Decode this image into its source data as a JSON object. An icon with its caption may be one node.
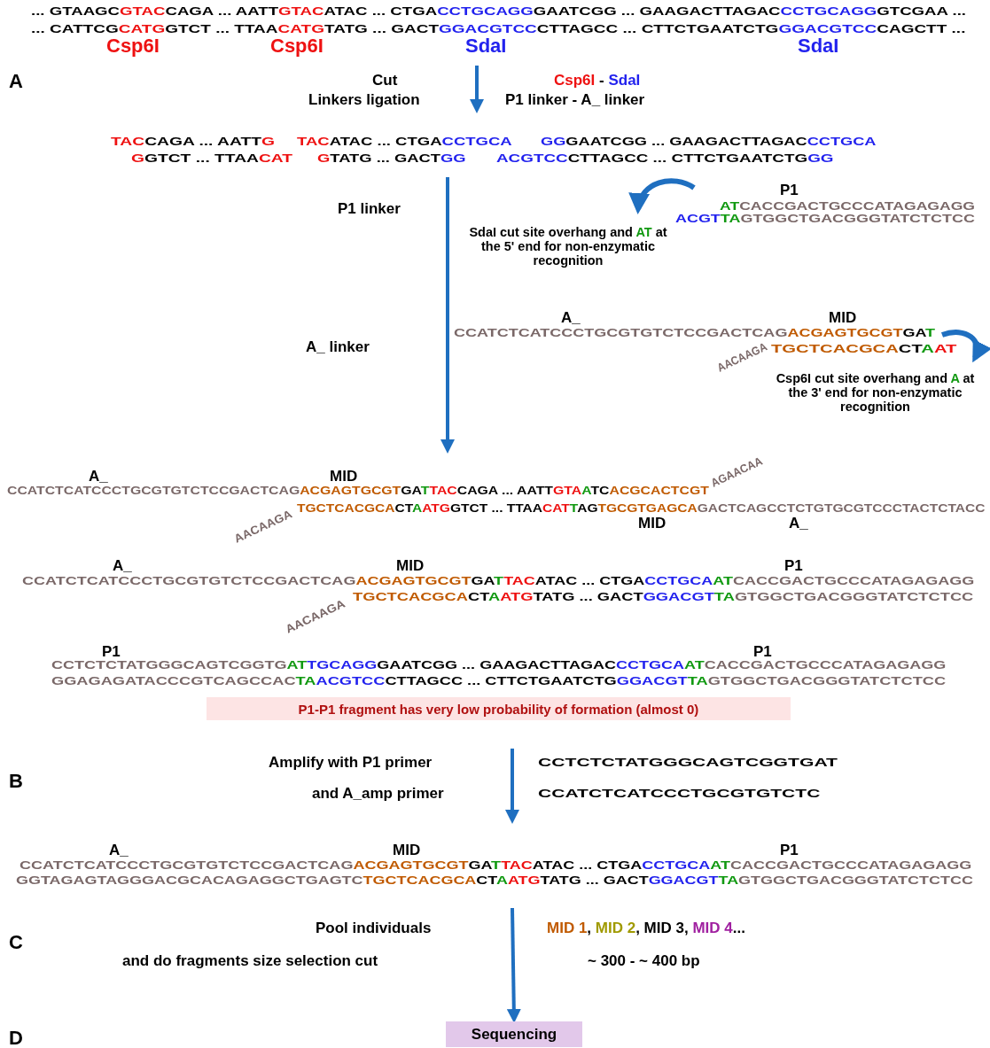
{
  "diagram": {
    "nodes": [
      {
        "text": [
          "P1-P1 fragment has very low probability of formation (almost 0)"
        ]
      },
      {
        "text": [
          "Sequencing"
        ]
      }
    ],
    "edges": [
      {
        "from": null,
        "to": 1,
        "arrow": "to"
      }
    ],
    "labels": [
      "... GTAAGCGTACCAGA ... AATTGTACATAC ... CTGACCTGCAGGGAATCGG ... GAAGACTTAGACCCTGCAGGGTCGAA ...",
      "... CATTCGCATGGTCT ... TTAACATGTATG ... GACTGGACGTCCCTTAGCC ... CTTCTGAATCTGGGACGTCCCAGCTT ...",
      "Csp6I",
      "Csp6I",
      "SdaI",
      "SdaI",
      "A",
      "Cut",
      "Linkers ligation",
      "Csp6I - SdaI",
      "P1 linker - A_ linker",
      "TACCAGA ... AATTG",
      "TACATAC ... CTGACCTGCA",
      "GGGAATCGG ... GAAGACTTAGACCCTGCA",
      "GGTCT ... TTAACAT",
      "GTATG ... GACTGG",
      "ACGTCCCTTAGCC ... CTTCTGAATCTGGG",
      "P1 linker",
      "P1",
      "ATCACCGACTGCCCATAGAGAGG",
      "ACGTTAGTGGCTGACGGGTATCTCTCC",
      "SdaI cut site overhang and AT at the 5' end for non-enzymatic recognition",
      "A_ linker",
      "A_",
      "MID",
      "CCATCTCATCCCTGCGTGTCTCCGACTCAGACGAGTGCGTGAT",
      "AACAAGA",
      "TGCTCACGCACTAAT",
      "Csp6I cut site overhang and A at the 3' end for non-enzymatic recognition",
      "A_",
      "MID",
      "CCATCTCATCCCTGCGTGTCTCCGACTCAGACGAGTGCGTGATTACCAGA ... AATTGTAATCACGCACTCGT",
      "AGAACAA",
      "AACAAGA",
      "TGCTCACGCACTAATGGTCT ... TTAACATTAGTGCGTGAGCAGACTCAGCCTCTGTGCGTCCCTACTCTACC",
      "MID",
      "A_",
      "A_",
      "MID",
      "P1",
      "CCATCTCATCCCTGCGTGTCTCCGACTCAGACGAGTGCGTGATTACATAC ... CTGACCTGCAATCACCGACTGCCCATAGAGAGG",
      "AACAAGA",
      "TGCTCACGCACTAATGTATG ... GACTGGACGTTAGTGGCTGACGGGTATCTCTCC",
      "P1",
      "P1",
      "CCTCTCTATGGGCAGTCGGTGATTGCAGGGAATCGG ... GAAGACTTAGACCCTGCAATCACCGACTGCCCATAGAGAGG",
      "GGAGAGATACCCGTCAGCCACTAACGTCCCTTAGCC ... CTTCTGAATCTGGGACGTTAGTGGCTGACGGGTATCTCTCC",
      "B",
      "Amplify with P1 primer",
      "CCTCTCTATGGGCAGTCGGTGAT",
      "and A_amp primer",
      "CCATCTCATCCCTGCGTGTCTC",
      "A_",
      "MID",
      "P1",
      "CCATCTCATCCCTGCGTGTCTCCGACTCAGACGAGTGCGTGATTACATAC ... CTGACCTGCAATCACCGACTGCCCATAGAGAGG",
      "GGTAGAGTAGGGACGCACAGAGGCTGAGTCTGCTCACGCACTAATGTATG ... GACTGGACGTTAGTGGCTGACGGGTATCTCTCC",
      "C",
      "Pool individuals",
      "and do fragments size selection cut",
      "MID 1, MID 2, MID 3, MID 4...",
      "~ 300 - ~ 400 bp",
      "D"
    ]
  }
}
